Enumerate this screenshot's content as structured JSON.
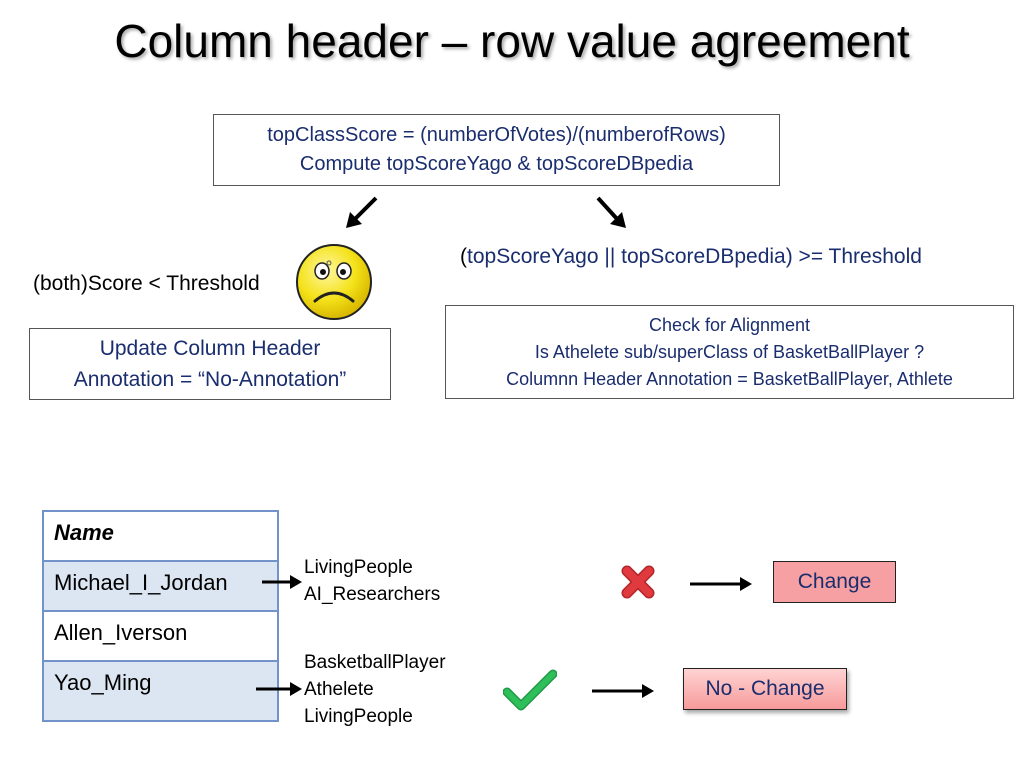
{
  "title": "Column header – row value agreement",
  "formula_box": {
    "line1": "topClassScore = (numberOfVotes)/(numberofRows)",
    "line2": "Compute topScoreYago & topScoreDBpedia"
  },
  "left_condition": "(both)Score < Threshold",
  "right_condition": {
    "open_paren": "(",
    "text": "topScoreYago || topScoreDBpedia) >= Threshold"
  },
  "update_box": {
    "line1": "Update Column Header",
    "line2": "Annotation = “No-Annotation”"
  },
  "alignment_box": {
    "line1": "Check for Alignment",
    "line2": "Is Athelete sub/superClass of BasketBallPlayer ?",
    "line3": "Columnn Header Annotation = BasketBallPlayer, Athlete"
  },
  "table": {
    "header": "Name",
    "rows": [
      "Michael_I_Jordan",
      "Allen_Iverson",
      "Yao_Ming"
    ]
  },
  "jordan_types": [
    "LivingPeople",
    "AI_Researchers"
  ],
  "yao_types": [
    "BasketballPlayer",
    "Athelete",
    "LivingPeople"
  ],
  "results": {
    "change_label": "Change",
    "no_change_label": "No - Change"
  },
  "icons": {
    "sad_face": "sad-face-icon",
    "cross": "cross-icon",
    "check": "check-icon"
  },
  "colors": {
    "text_navy": "#1a2d6e",
    "table_border": "#7193c9",
    "table_alt_row": "#dce5f2",
    "change_bg": "#f6a0a3",
    "cross_red": "#e0393e",
    "check_green": "#2fbf5a",
    "face_yellow": "#f4e21a"
  }
}
